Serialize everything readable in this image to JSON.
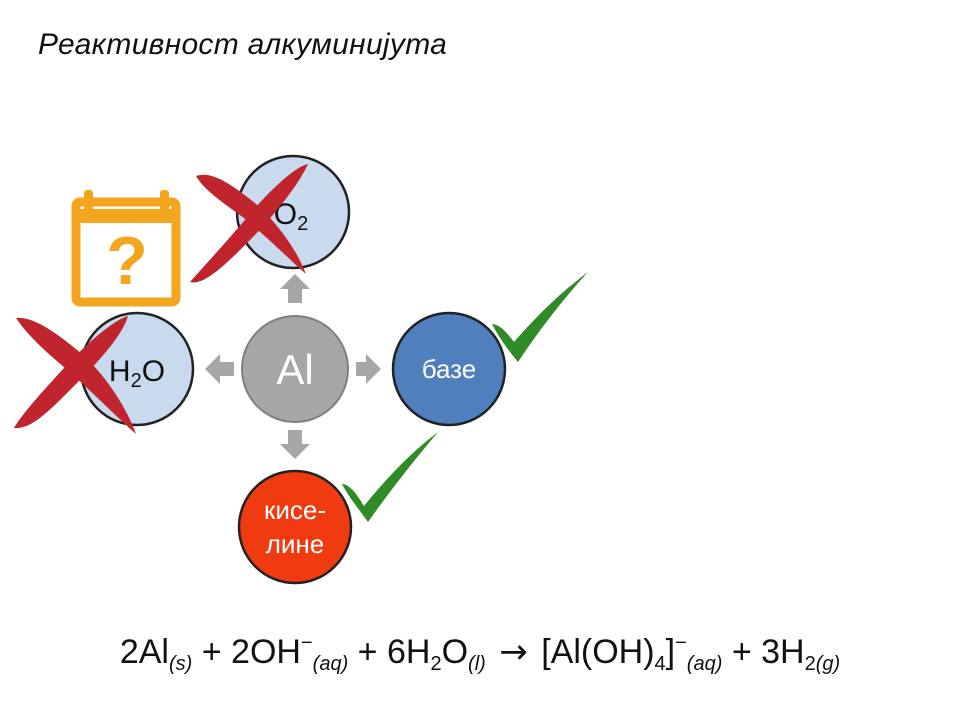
{
  "title": "Реактивност алкуминијута",
  "nodes": {
    "center": {
      "label": "Al",
      "fill": "#a6a6a6",
      "stroke": "#7f7f7f"
    },
    "oxygen": {
      "label_main": "O",
      "label_sub": "2",
      "fill": "#c9d9ee",
      "status": "cross"
    },
    "water": {
      "label_h": "H",
      "label_sub": "2",
      "label_o": "O",
      "fill": "#c9d9ee",
      "status": "cross"
    },
    "bases": {
      "label": "базе",
      "fill": "#4f7fbd",
      "status": "check"
    },
    "acids": {
      "label_line1": "кисе-",
      "label_line2": "лине",
      "fill": "#f03a10",
      "status": "check"
    }
  },
  "question_icon": {
    "symbol": "?",
    "color": "#f2a51d"
  },
  "colors": {
    "cross": "#c0242c",
    "check": "#2e8b25",
    "arrow": "#a6a6a6"
  },
  "equation": {
    "p1": "2Al",
    "s1": "(s)",
    "p2": " + 2OH",
    "sup1": "−",
    "s2": "(aq)",
    "p3": " + 6H",
    "sub3": "2",
    "p3b": "O",
    "s3": "(l)",
    "arrow": "→",
    "p4": "[Al(OH)",
    "sub4": "4",
    "p4b": "]",
    "sup4": "−",
    "s4": "(aq)",
    "p5": " + 3H",
    "sub5": "2",
    "s5": "(g)"
  }
}
